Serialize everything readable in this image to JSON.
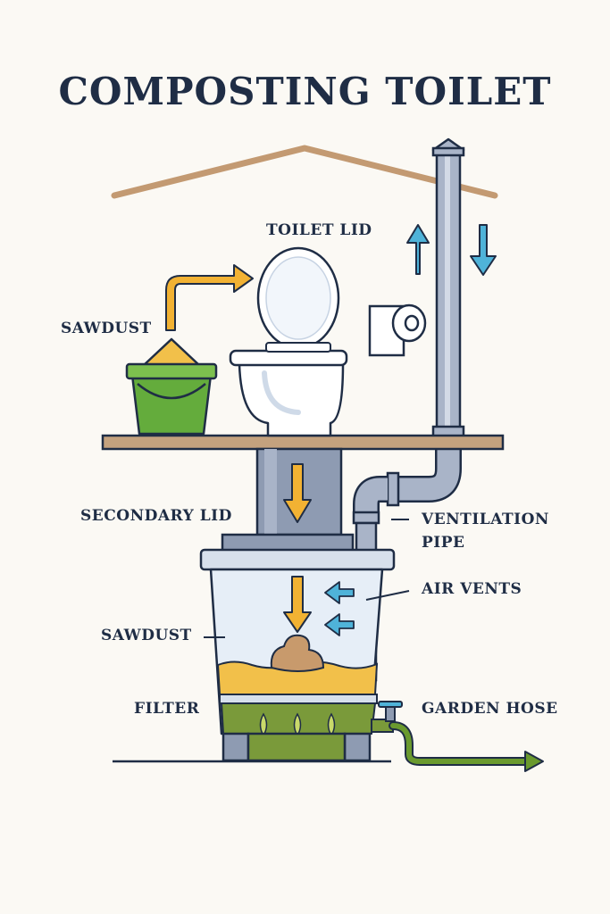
{
  "title": "COMPOSTING TOILET",
  "labels": {
    "toilet_lid": "TOILET LID",
    "sawdust_top": "SAWDUST",
    "secondary_lid": "SECONDARY LID",
    "ventilation_pipe_1": "VENTILATION",
    "ventilation_pipe_2": "PIPE",
    "air_vents": "AIR VENTS",
    "sawdust_bin": "SAWDUST",
    "filter": "FILTER",
    "garden_hose": "GARDEN HOSE"
  },
  "colors": {
    "outline": "#1f2d45",
    "roof": "#c39a72",
    "shelf": "#c4a27e",
    "pipe": "#a9b4c8",
    "bucket": "#64ac3c",
    "sawdust": "#f2c04a",
    "arrow_orange": "#f2b233",
    "arrow_blue": "#4fb3d9",
    "filter_green": "#7a9a3a",
    "hose_green": "#6a9a2e",
    "waste": "#c89a6c"
  },
  "icons": [
    "roof",
    "vent-pipe-cap",
    "up-arrow-icon",
    "down-arrow-icon",
    "toilet-icon",
    "toilet-paper-icon",
    "bucket-icon",
    "faucet-icon"
  ]
}
